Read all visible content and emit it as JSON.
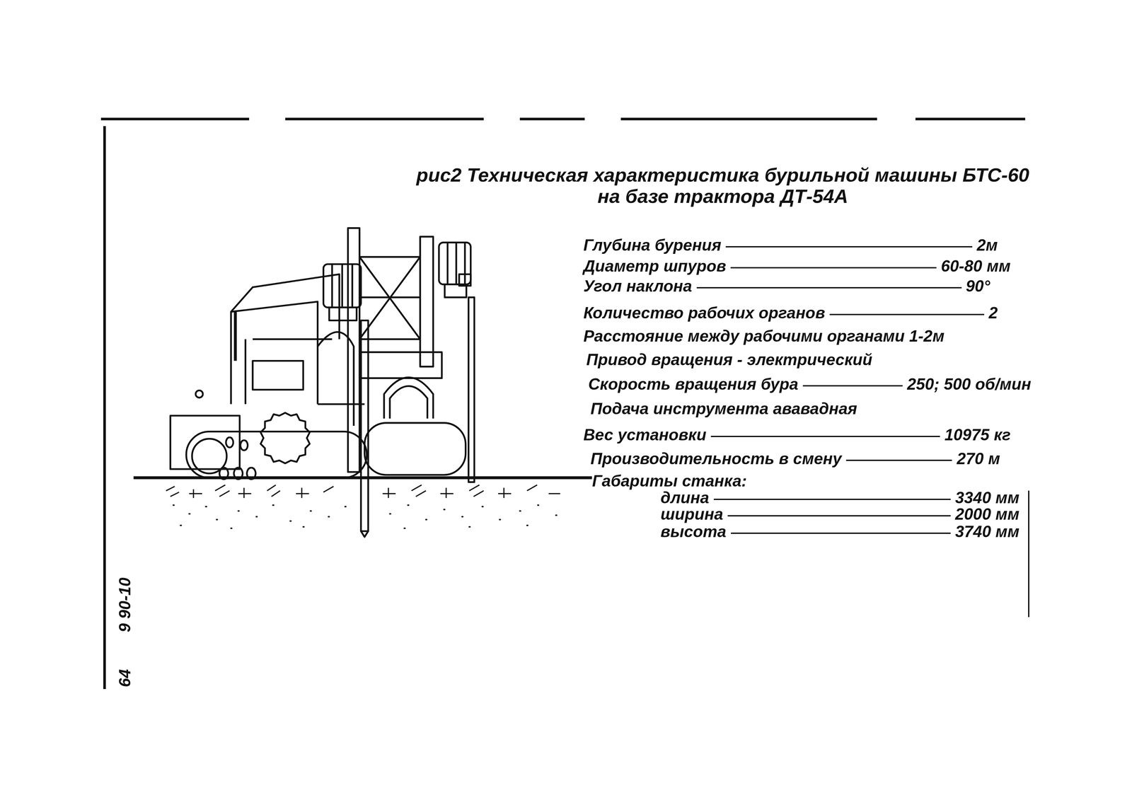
{
  "diagram": {
    "title": "рис2 Техническая характеристика бурильной машины БТС-60 на базе трактора ДТ-54А",
    "labels": [
      "Глубина бурения",
      "2м",
      "Диаметр шпуров",
      "60-80 мм",
      "Угол наклона",
      "90°",
      "Количество рабочих органов",
      "2",
      "Расстояние между рабочими органами 1-2м",
      "Привод вращения - электрический",
      "Скорость вращения бура",
      "250; 500 об/мин",
      "Подача инструмента ававадная",
      "Вес установки",
      "10975 кг",
      "Производительность в смену",
      "270 м",
      "Габариты станка:",
      "длина",
      "3340 мм",
      "ширина",
      "2000 мм",
      "высота",
      "3740 мм",
      "9 90-10",
      "64"
    ]
  }
}
